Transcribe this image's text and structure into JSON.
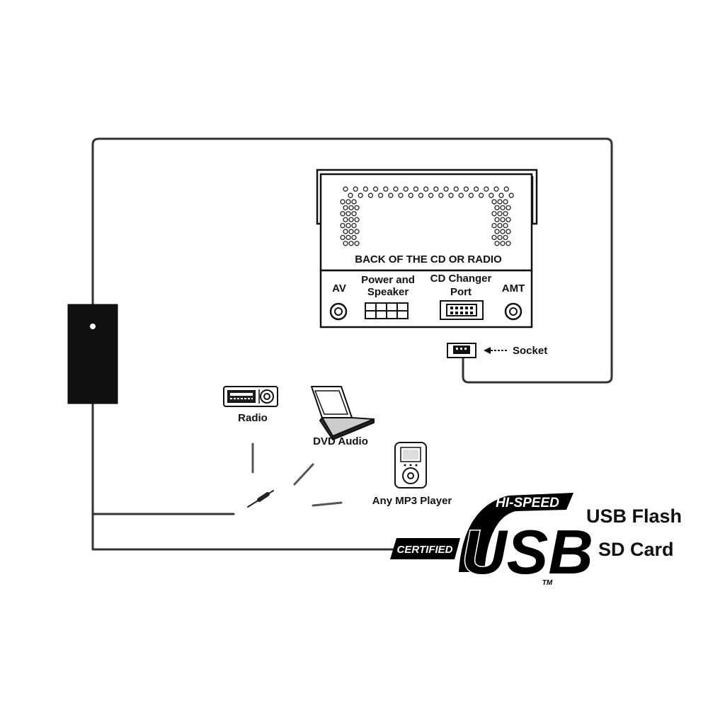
{
  "labels": {
    "head_unit": "BACK OF THE CD OR RADIO",
    "av": "AV",
    "power_line1": "Power and",
    "power_line2": "Speaker",
    "cd_line1": "CD Changer",
    "cd_line2": "Port",
    "amt": "AMT",
    "socket": "Socket",
    "radio": "Radio",
    "dvd": "DVD Audio",
    "mp3": "Any MP3 Player",
    "usb_flash": "USB Flash",
    "sd_card": "SD Card"
  },
  "usb_logo": {
    "hi_speed": "HI-SPEED",
    "certified": "CERTIFIED",
    "usb": "USB",
    "tm": "TM"
  },
  "colors": {
    "line": "#333333",
    "outline": "#111111",
    "adapter_fill": "#111111",
    "dot": "#ffffff",
    "panel_fill": "#ffffff"
  },
  "icons": [
    "usb-adapter-box",
    "head-unit-back",
    "socket-connector",
    "radio-icon",
    "laptop-icon",
    "mp3-player-icon",
    "aux-jack-icon",
    "usb-hi-speed-logo"
  ]
}
